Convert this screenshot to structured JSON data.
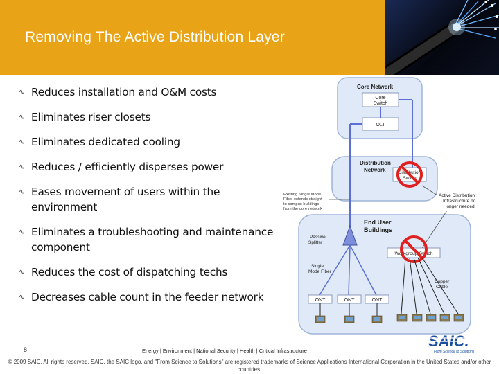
{
  "slide": {
    "title": "Removing The Active Distribution Layer",
    "bullets": [
      "Reduces installation and O&M costs",
      "Eliminates riser closets",
      "Eliminates dedicated cooling",
      "Reduces / efficiently disperses power",
      "Eases movement of users within the environment",
      "Eliminates a troubleshooting and maintenance component",
      "Reduces the cost of dispatching techs",
      "Decreases cable count in the feeder network"
    ]
  },
  "diagram": {
    "core_network": "Core Network",
    "core_switch_1": "Core",
    "core_switch_2": "Switch",
    "olt": "OLT",
    "distribution_network_1": "Distribution",
    "distribution_network_2": "Network",
    "distribution_switch_1": "Distribution",
    "distribution_switch_2": "Switch",
    "existing_fiber": [
      "Existing Single Mode",
      "Fiber extends straight",
      "to campus buildings",
      "from the core network"
    ],
    "active_distribution": [
      "Active Distribution",
      "Infrastructure no",
      "longer needed"
    ],
    "end_user_1": "End User",
    "end_user_2": "Buildings",
    "passive_splitter_1": "Passive",
    "passive_splitter_2": "Splitter",
    "workgroup_switch": "Workgroup Switch",
    "single_mode_fiber_1": "Single",
    "single_mode_fiber_2": "Mode Fiber",
    "copper_cable_1": "Copper",
    "copper_cable_2": "Cable",
    "ont": "ONT"
  },
  "footer": {
    "page_number": "8",
    "tagline": "Energy | Environment | National Security | Health | Critical Infrastructure",
    "copyright": "© 2009 SAIC. All rights reserved. SAIC, the SAIC logo, and \"From Science to Solutions\" are registered trademarks of Science Applications International Corporation in the United States and/or other countries.",
    "logo_text": "SAIC.",
    "logo_tagline": "From Science to Solutions"
  },
  "colors": {
    "banner": "#e8a317",
    "bullet_icon": "wave-bullet-icon",
    "cloud_fill": "#dfe9f7",
    "fiber_line": "#5b6fd6",
    "prohibited_red": "#e02020",
    "logo_blue": "#1b4fa0"
  }
}
